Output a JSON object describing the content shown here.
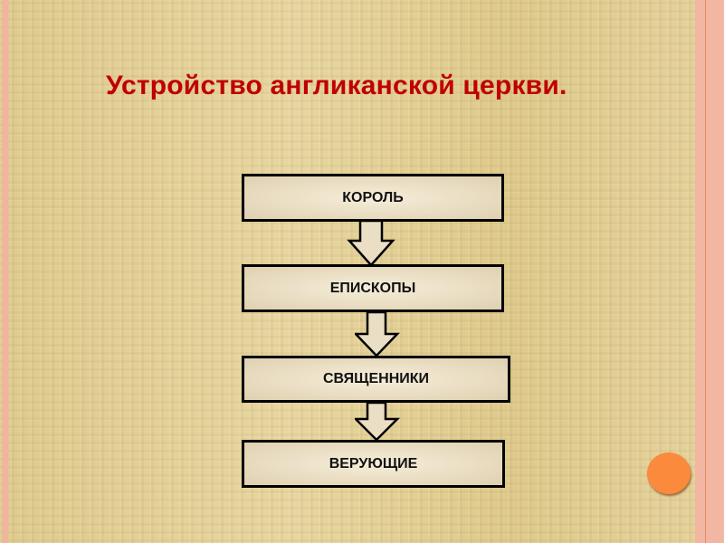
{
  "title": "Устройство англиканской церкви.",
  "hierarchy": [
    {
      "label": "КОРОЛЬ"
    },
    {
      "label": "ЕПИСКОПЫ"
    },
    {
      "label": "СВЯЩЕННИКИ"
    },
    {
      "label": "ВЕРУЮЩИЕ"
    }
  ],
  "colors": {
    "title": "#c00000",
    "accent_dot": "#fb8a3c",
    "border_stripe": "#f1b7a2"
  }
}
